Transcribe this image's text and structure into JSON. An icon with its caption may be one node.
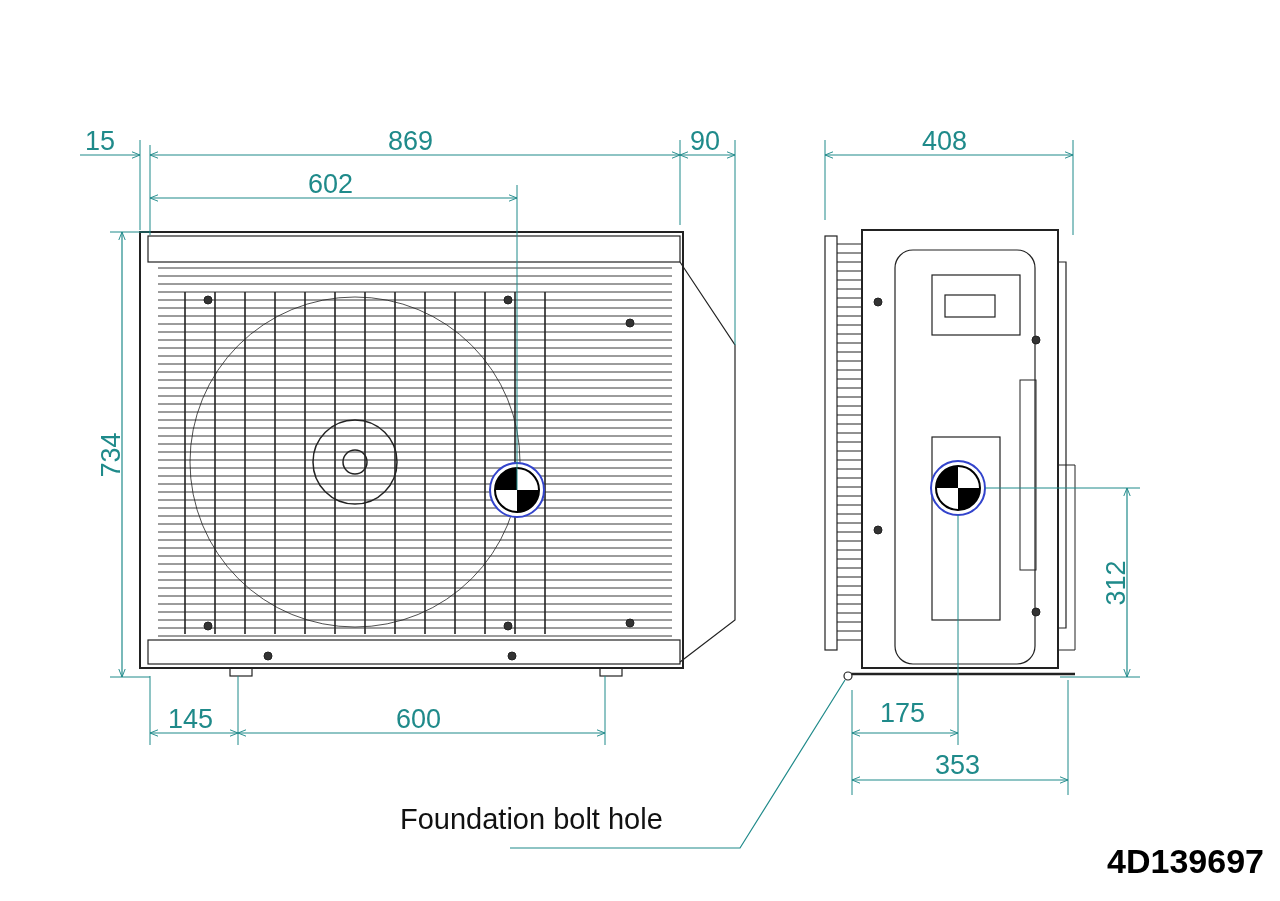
{
  "diagram": {
    "nodes": [
      {
        "text": [
          "Foundation bolt hole"
        ]
      },
      {
        "text": [],
        "shape": "circle"
      }
    ],
    "edges": [
      {
        "from": 0,
        "to": 1,
        "arrow": "none"
      }
    ],
    "labels": [
      "15",
      "869",
      "90",
      "408",
      "602",
      "734",
      "312",
      "145",
      "600",
      "175",
      "353",
      "4D139697"
    ]
  }
}
